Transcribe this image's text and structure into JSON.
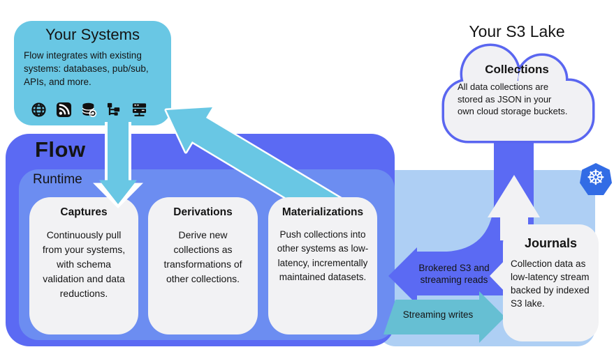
{
  "colors": {
    "cyan": "#69C7E4",
    "teal": "#66BFD3",
    "indigo": "#5B6AF3",
    "runtime_blue": "#6C8DF1",
    "light_blue": "#AECFF4",
    "panel_gray": "#F2F2F4",
    "kubernetes_blue": "#326CE5",
    "text": "#141414"
  },
  "your_systems": {
    "title": "Your Systems",
    "description": "Flow integrates with existing systems: databases, pub/sub, APIs, and more.",
    "icons": [
      "globe-icon",
      "rss-icon",
      "database-sync-icon",
      "tree-icon",
      "server-icon"
    ]
  },
  "flow": {
    "title": "Flow",
    "runtime_label": "Runtime",
    "boxes": [
      {
        "title": "Captures",
        "description": "Continuously pull from your systems, with schema validation and data reductions."
      },
      {
        "title": "Derivations",
        "description": "Derive new collections as transformations of other collections."
      },
      {
        "title": "Materializations",
        "description": "Push collections into other systems as low-latency, incrementally maintained datasets."
      }
    ]
  },
  "s3_lake": {
    "title": "Your S3 Lake",
    "collections_title": "Collections",
    "collections_description": "All data collections are stored as JSON in your own cloud storage buckets."
  },
  "journals": {
    "title": "Journals",
    "description": "Collection data as low-latency stream backed by indexed S3 lake."
  },
  "arrows": {
    "brokered_reads_label": "Brokered S3 and streaming reads",
    "streaming_writes_label": "Streaming writes"
  },
  "kubernetes": {
    "symbol": "☸"
  }
}
